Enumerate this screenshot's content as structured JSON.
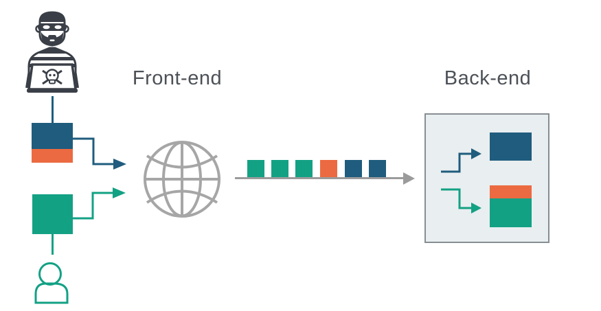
{
  "diagram": {
    "labels": {
      "frontend": "Front-end",
      "backend": "Back-end"
    },
    "colors": {
      "blue": "#1f5c7d",
      "teal": "#13a184",
      "orange": "#ec6a41",
      "gray": "#9b9b9b",
      "globe-gray": "#a6a6a6",
      "dark": "#3a3f47",
      "box-fill": "#e9eef0",
      "box-border": "#878e93",
      "text": "#4c5157",
      "bg": "#ffffff"
    },
    "icons": [
      "hacker-icon",
      "user-icon",
      "globe-icon",
      "skull-icon"
    ],
    "attacker_block": {
      "segments": [
        "blue",
        "orange"
      ]
    },
    "user_block": {
      "segments": [
        "teal"
      ]
    },
    "packet_stream": [
      "teal",
      "teal",
      "teal",
      "orange",
      "blue",
      "blue"
    ],
    "backend_box": {
      "top_block": {
        "segments": [
          "blue"
        ]
      },
      "bottom_block": {
        "segments": [
          "orange",
          "teal"
        ]
      }
    }
  }
}
